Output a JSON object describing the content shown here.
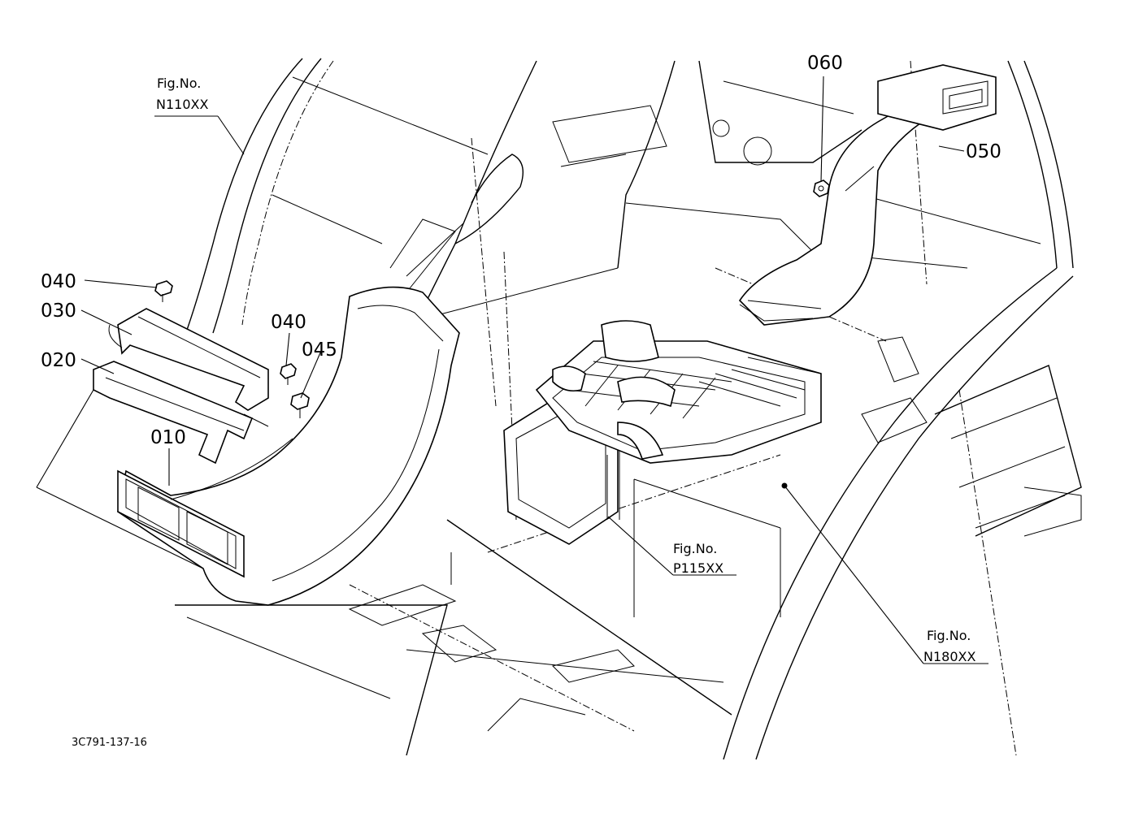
{
  "diagram": {
    "part_labels": {
      "p010": "010",
      "p020": "020",
      "p030": "030",
      "p040_a": "040",
      "p040_b": "040",
      "p045": "045",
      "p050": "050",
      "p060": "060"
    },
    "figure_refs": {
      "n110": {
        "title": "Fig.No.",
        "code": "N110XX"
      },
      "p115": {
        "title": "Fig.No.",
        "code": "P115XX"
      },
      "n180": {
        "title": "Fig.No.",
        "code": "N180XX"
      }
    },
    "drawing_code": "3C791-137-16"
  }
}
